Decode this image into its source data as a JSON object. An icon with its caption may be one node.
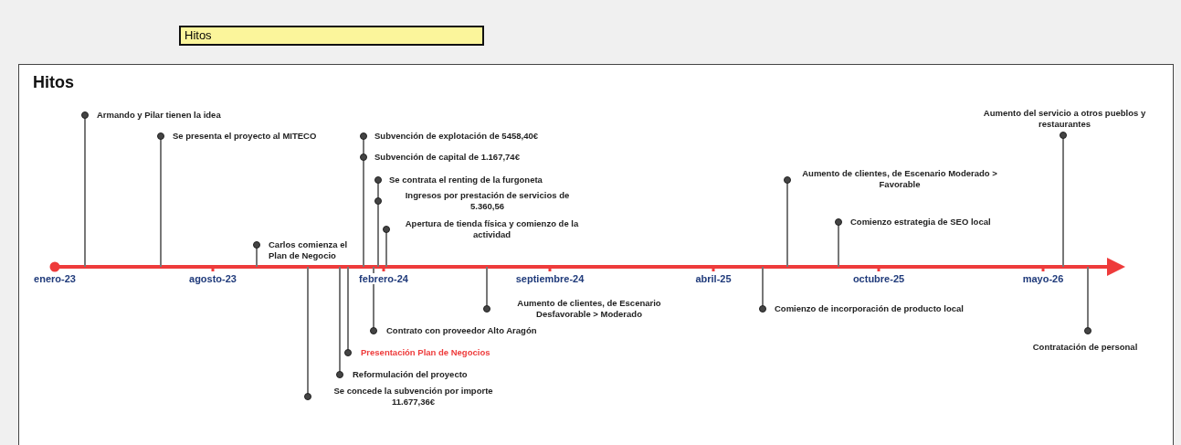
{
  "diagram": {
    "title": "Hitos",
    "labels": [
      "Hitos",
      "enero-23",
      "agosto-23",
      "febrero-24",
      "septiembre-24",
      "abril-25",
      "octubre-25",
      "mayo-26",
      "Armando y Pilar tienen la idea",
      "Se presenta el proyecto al MITECO",
      "Carlos comienza el Plan de Negocio",
      "Se concede la subvención por importe 11.677,36€",
      "Reformulación del proyecto",
      "Presentación Plan de Negocios",
      "Subvención de explotación de 5458,40€",
      "Subvención de capital de 1.167,74€",
      "Contrato con proveedor Alto Aragón",
      "Se contrata el renting de la furgoneta",
      "Ingresos por prestación de servicios de 5.360,56",
      "Apertura de tienda física y comienzo de la actividad",
      "Aumento de clientes, de Escenario Desfavorable > Moderado",
      "Comienzo de incorporación de producto local",
      "Aumento de clientes, de Escenario Moderado > Favorable",
      "Comienzo estrategia de SEO local",
      "Aumento del servicio a otros pueblos y restaurantes",
      "Contratación de personal"
    ]
  }
}
